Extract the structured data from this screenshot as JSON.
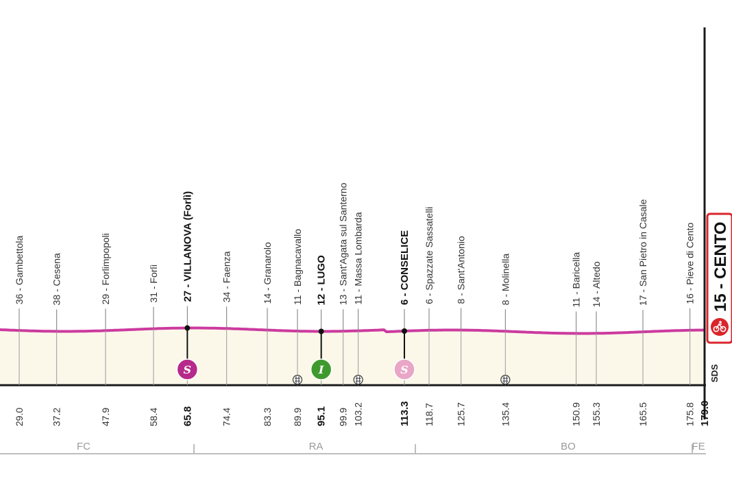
{
  "colors": {
    "profile_line": "#cc3a9f",
    "profile_fill": "#fbf8e9",
    "sprint_badge": "#b52a8a",
    "intermediate_badge": "#3e9a2e",
    "sprint_light_badge": "#e9a6c6",
    "finish_box": "#d9252b",
    "baseline": "#1a1a1a",
    "province_line": "#bdbdbd"
  },
  "points": [
    {
      "km": "29.0",
      "label": "36 - Gambettola",
      "bold": false
    },
    {
      "km": "37.2",
      "label": "38 - Cesena",
      "bold": false
    },
    {
      "km": "47.9",
      "label": "29 - Forlimpopoli",
      "bold": false
    },
    {
      "km": "58.4",
      "label": "31 - Forlì",
      "bold": false
    },
    {
      "km": "65.8",
      "label": "27 - VILLANOVA (Forlì)",
      "bold": true,
      "badge": "sprint"
    },
    {
      "km": "74.4",
      "label": "34 - Faenza",
      "bold": false
    },
    {
      "km": "83.3",
      "label": "14 - Granarolo",
      "bold": false
    },
    {
      "km": "89.9",
      "label": "11 - Bagnacavallo",
      "bold": false,
      "rail": true
    },
    {
      "km": "95.1",
      "label": "12 - LUGO",
      "bold": true,
      "badge": "intermediate"
    },
    {
      "km": "99.9",
      "label": "13 - Sant'Agata sul Santerno",
      "bold": false
    },
    {
      "km": "103.2",
      "label": "11 - Massa Lombarda",
      "bold": false,
      "rail": true
    },
    {
      "km": "113.3",
      "label": "6 - CONSELICE",
      "bold": true,
      "badge": "sprint_light"
    },
    {
      "km": "118.7",
      "label": "6 - Spazzate Sassatelli",
      "bold": false
    },
    {
      "km": "125.7",
      "label": "8 - Sant'Antonio",
      "bold": false
    },
    {
      "km": "135.4",
      "label": "8 - Molinella",
      "bold": false,
      "rail": true
    },
    {
      "km": "150.9",
      "label": "11 - Baricella",
      "bold": false
    },
    {
      "km": "155.3",
      "label": "14 - Altedo",
      "bold": false
    },
    {
      "km": "165.5",
      "label": "17 - San Pietro in Casale",
      "bold": false
    },
    {
      "km": "175.8",
      "label": "16 - Pieve di Cento",
      "bold": false
    },
    {
      "km": "179.0",
      "label": "15 - CENTO",
      "bold": true,
      "finish": true
    }
  ],
  "badges": {
    "sprint": "S",
    "intermediate": "I",
    "sprint_light": "S"
  },
  "provinces": [
    "FC",
    "RA",
    "BO",
    "FE"
  ],
  "logo": "SDS"
}
